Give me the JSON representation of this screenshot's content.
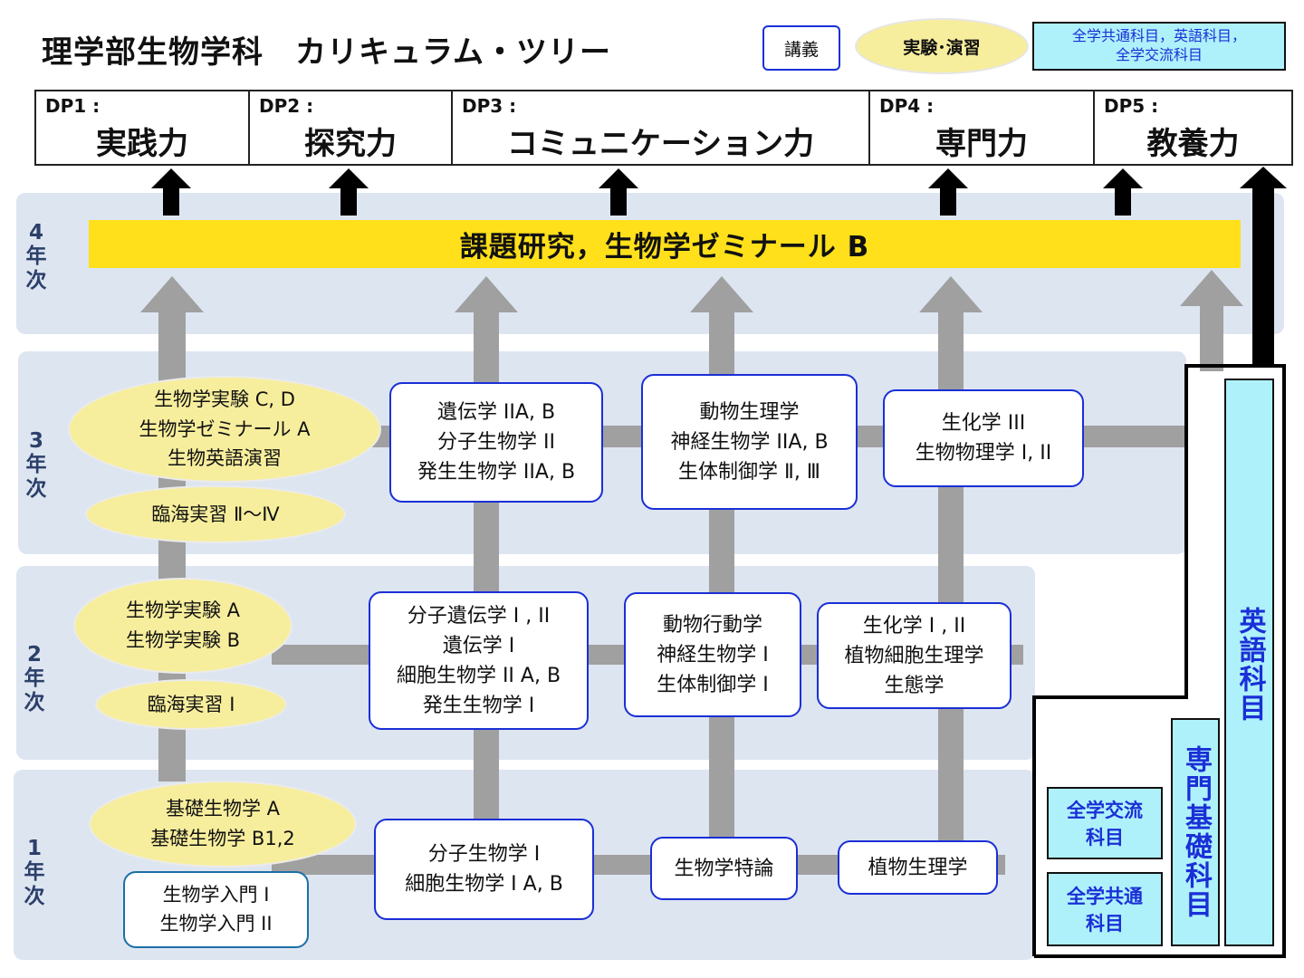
{
  "title": "理学部生物学科　カリキュラム・ツリー",
  "legend": {
    "lecture": "講義",
    "experiment": "実験･演習",
    "common_line1": "全学共通科目，英語科目，",
    "common_line2": "全学交流科目"
  },
  "dp": [
    {
      "code": "DP1 :",
      "name": "実践力"
    },
    {
      "code": "DP2 :",
      "name": "探究力"
    },
    {
      "code": "DP3 :",
      "name": "コミュニケーション力"
    },
    {
      "code": "DP4 :",
      "name": "専門力"
    },
    {
      "code": "DP5 :",
      "name": "教養力"
    }
  ],
  "years": {
    "y4": "4年次",
    "y3": "3年次",
    "y2": "2年次",
    "y1": "1年次"
  },
  "year4_bar": "課題研究，生物学ゼミナール B",
  "year3": {
    "oval_main": [
      "生物学実験 C, D",
      "生物学ゼミナール A",
      "生物英語演習"
    ],
    "oval_sea": "臨海実習 Ⅱ～Ⅳ",
    "box1": [
      "遺伝学 IIA, B",
      "分子生物学 II",
      "発生生物学 IIA, B"
    ],
    "box2": [
      "動物生理学",
      "神経生物学 IIA, B",
      "生体制御学 Ⅱ, Ⅲ"
    ],
    "box3": [
      "生化学 III",
      "生物物理学 I, II"
    ]
  },
  "year2": {
    "oval_main": [
      "生物学実験 A",
      "生物学実験 B"
    ],
    "oval_sea": "臨海実習 I",
    "box1": [
      "分子遺伝学 I , II",
      "遺伝学 I",
      "細胞生物学 II A, B",
      "発生生物学 I"
    ],
    "box2": [
      "動物行動学",
      "神経生物学 I",
      "生体制御学 I"
    ],
    "box3": [
      "生化学 I , II",
      "植物細胞生理学",
      "生態学"
    ]
  },
  "year1": {
    "oval_main": [
      "基礎生物学 A",
      "基礎生物学 B1,2"
    ],
    "box_intro": [
      "生物学入門 I",
      "生物学入門 II"
    ],
    "box1": [
      "分子生物学 I",
      "細胞生物学 I A, B"
    ],
    "box2": "生物学特論",
    "box3": "植物生理学"
  },
  "general": {
    "exchange": [
      "全学交流",
      "科目"
    ],
    "common": [
      "全学共通",
      "科目"
    ],
    "foundation": "専門基礎科目",
    "english": "英語科目"
  },
  "colors": {
    "band": "#dde5f1",
    "connector": "#a0a0a0",
    "lecture_border": "#1a2fd6",
    "experiment_fill": "#f7ee9d",
    "year4_fill": "#ffe01b",
    "general_fill": "#aef1fb"
  }
}
